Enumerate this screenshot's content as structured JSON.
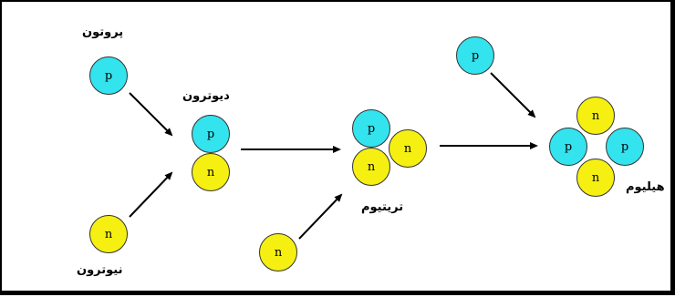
{
  "labels": {
    "proton": "پروتون",
    "neutron": "نیوترون",
    "deuteron": "دیوترون",
    "tritium": "تریتیوم",
    "helium": "هیلیوم"
  },
  "particles": {
    "proton_symbol": "p",
    "neutron_symbol": "n"
  },
  "colors": {
    "proton": "#33e3ee",
    "neutron": "#f5f011",
    "arrow": "#000000"
  }
}
